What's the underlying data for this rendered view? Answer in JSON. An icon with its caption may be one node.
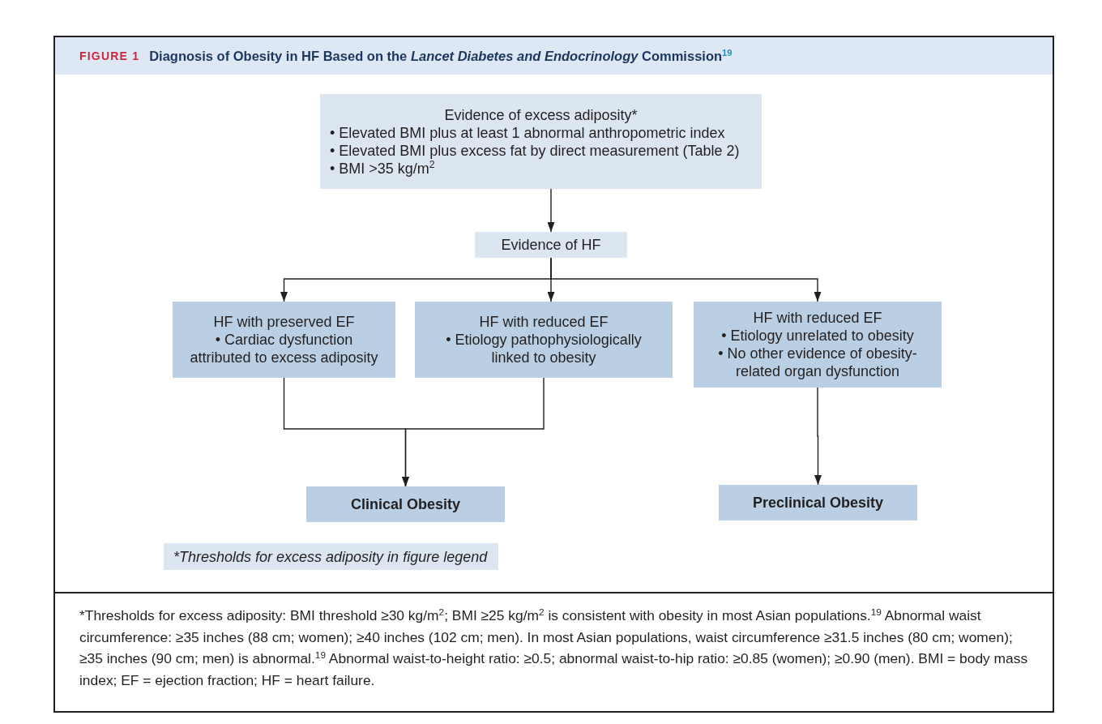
{
  "diagram": {
    "title": "Diagnosis of Obesity in HF Based on the *Lancet Diabetes and Endocrinology* Commission$^{19}$",
    "nodes": [
      {
        "text": [
          "Evidence of excess adiposity*",
          "• Elevated BMI plus at least 1 abnormal anthropometric index",
          "• Elevated BMI plus excess fat by direct measurement (Table 2)",
          "• BMI >35 kg/m$^{2}$"
        ]
      },
      {
        "text": [
          "Evidence of HF"
        ]
      },
      {
        "text": [
          "HF with preserved EF",
          "• Cardiac dysfunction attributed to excess adiposity"
        ]
      },
      {
        "text": [
          "HF with reduced EF",
          "• Etiology pathophysiologically linked to obesity"
        ]
      },
      {
        "text": [
          "HF with reduced EF",
          "• Etiology unrelated to obesity",
          "• No other evidence of obesity-related organ dysfunction"
        ]
      },
      {
        "text": [
          "Clinical Obesity"
        ]
      },
      {
        "text": [
          "Preclinical Obesity"
        ]
      },
      {
        "text": [
          "*Thresholds for excess adiposity in figure legend"
        ]
      }
    ],
    "edges": [
      {
        "from": 0,
        "to": 1,
        "arrow": "to"
      },
      {
        "from": 1,
        "to": 2,
        "arrow": "to"
      },
      {
        "from": 1,
        "to": 3,
        "arrow": "to"
      },
      {
        "from": 1,
        "to": 4,
        "arrow": "to"
      },
      {
        "from": 2,
        "to": 5,
        "arrow": "to"
      },
      {
        "from": 3,
        "to": 5,
        "arrow": "to"
      },
      {
        "from": 4,
        "to": 6,
        "arrow": "to"
      }
    ],
    "labels": [
      "FIGURE 1",
      "*Thresholds for excess adiposity: BMI threshold ≥30 kg/m$^{2}$; BMI ≥25 kg/m$^{2}$ is consistent with obesity in most Asian populations.$^{19}$ Abnormal waist circumference: ≥35 inches (88 cm; women); ≥40 inches (102 cm; men). In most Asian populations, waist circumference ≥31.5 inches (80 cm; women); ≥35 inches (90 cm; men) is abnormal.$^{19}$ Abnormal waist-to-height ratio: ≥0.5; abnormal waist-to-hip ratio: ≥0.85 (women); ≥0.90 (men). BMI = body mass index; EF = ejection fraction; HF = heart failure."
    ]
  }
}
